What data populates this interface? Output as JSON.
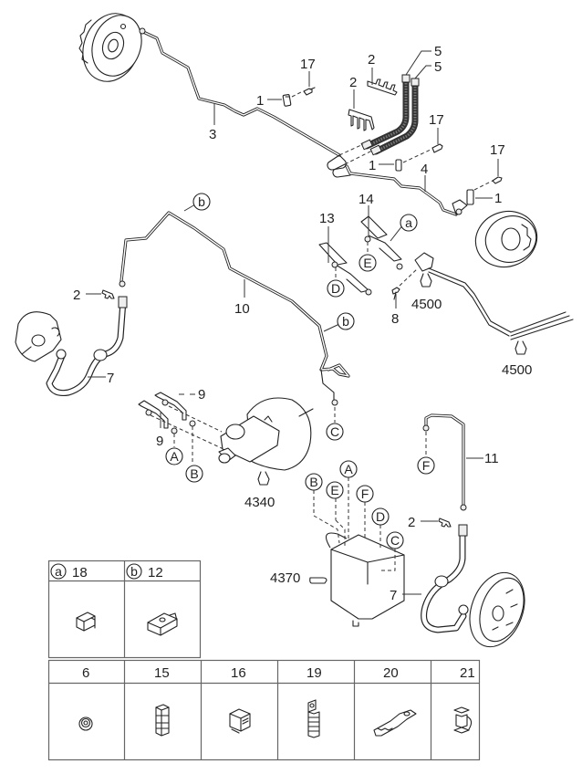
{
  "diagram": {
    "title": "Brake Line / Hydraulic System Exploded Parts Diagram",
    "callouts": {
      "c1a": "1",
      "c1b": "1",
      "c1c": "1",
      "c2a": "2",
      "c2b": "2",
      "c2c": "2",
      "c2d": "2",
      "c3": "3",
      "c4": "4",
      "c5a": "5",
      "c5b": "5",
      "c7a": "7",
      "c7b": "7",
      "c8": "8",
      "c9a": "9",
      "c9b": "9",
      "c10": "10",
      "c11": "11",
      "c13": "13",
      "c14": "14",
      "c17a": "17",
      "c17b": "17",
      "c17c": "17",
      "ref4500a": "4500",
      "ref4500b": "4500",
      "ref4340": "4340",
      "ref4370": "4370"
    },
    "connectors": {
      "a": "a",
      "b": "b",
      "A": "A",
      "B": "B",
      "C": "C",
      "D": "D",
      "E": "E",
      "F": "F"
    }
  },
  "parts_table": {
    "row1": [
      {
        "tag": "a",
        "number": "18",
        "icon": "clip-icon"
      },
      {
        "tag": "b",
        "number": "12",
        "icon": "clamp-icon"
      }
    ],
    "row2": [
      {
        "number": "6",
        "icon": "nut-icon"
      },
      {
        "number": "15",
        "icon": "tube-clip-icon"
      },
      {
        "number": "16",
        "icon": "block-clip-icon"
      },
      {
        "number": "19",
        "icon": "bracket-clip-icon"
      },
      {
        "number": "20",
        "icon": "bracket-plate-icon"
      },
      {
        "number": "21",
        "icon": "double-clip-icon"
      }
    ]
  }
}
